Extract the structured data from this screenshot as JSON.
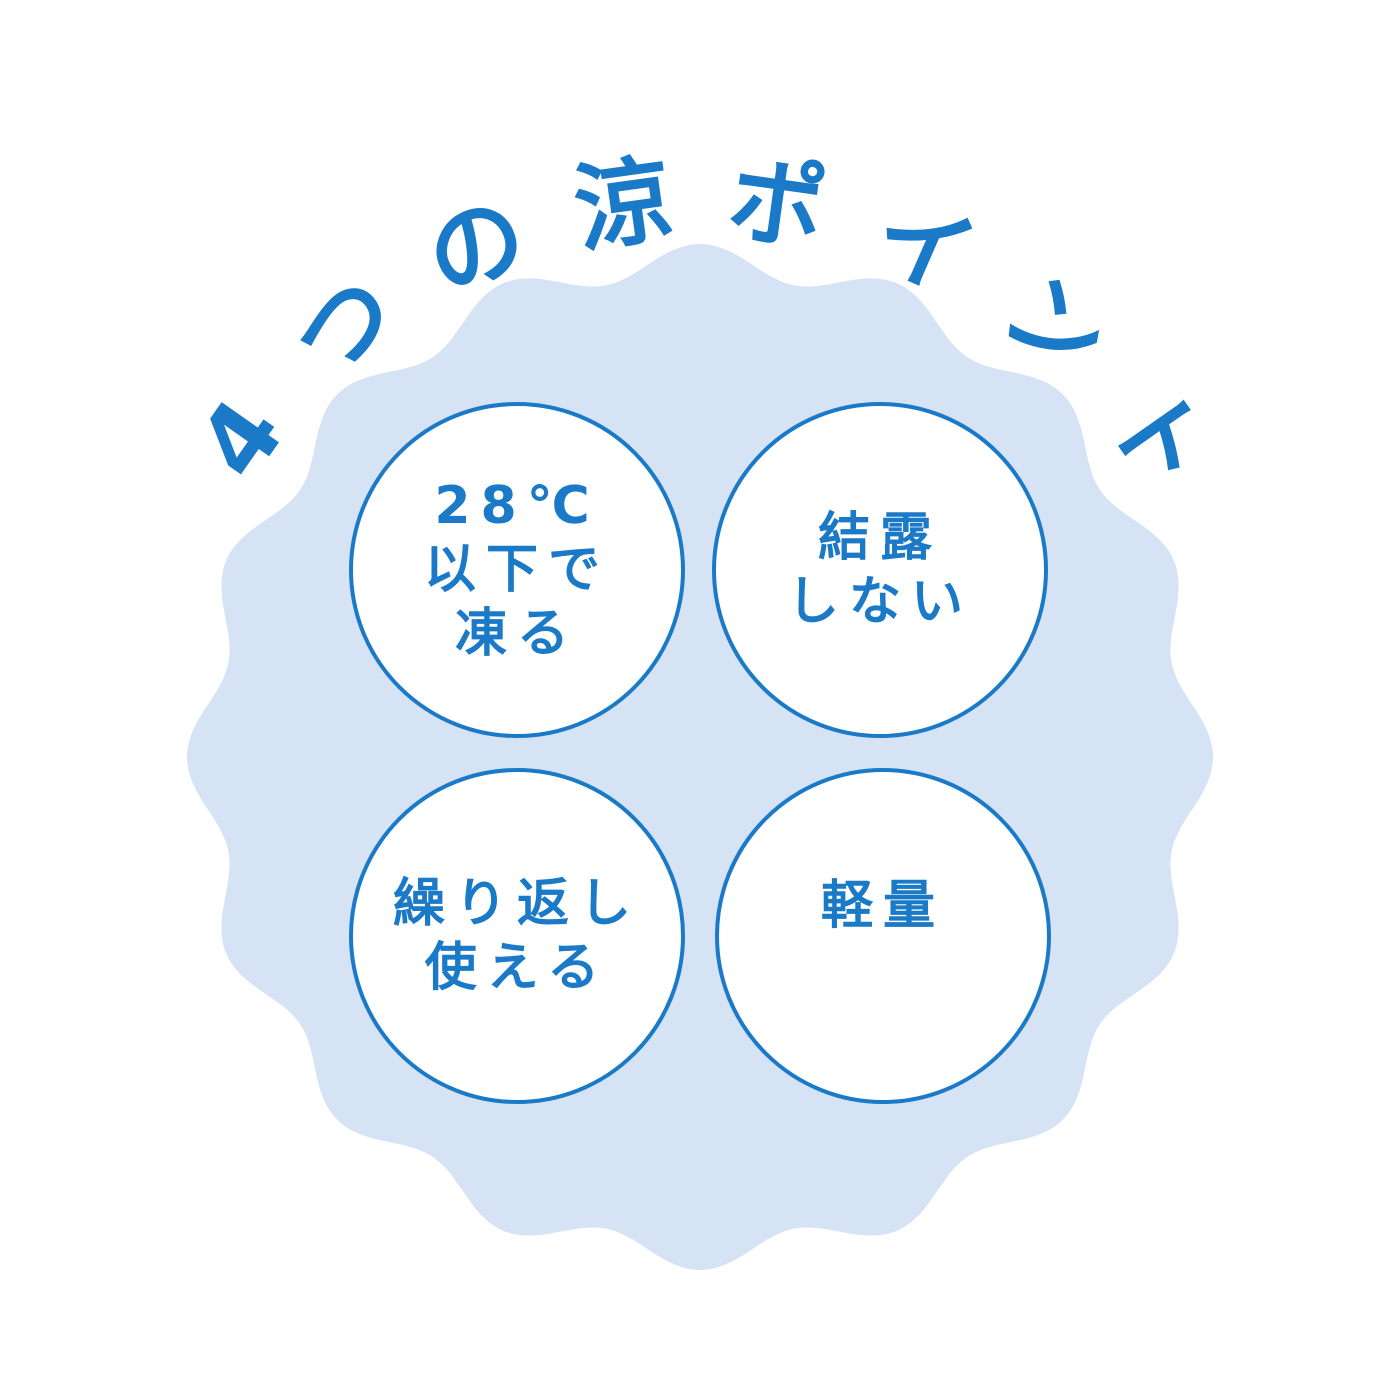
{
  "title": {
    "text": "4つの涼ポイント",
    "chars": [
      "4",
      "つ",
      "の",
      "涼",
      "ポ",
      "イ",
      "ン",
      "ト"
    ]
  },
  "colors": {
    "accent": "#1a7ac7",
    "blob": "#d5e3f5",
    "background": "#ffffff",
    "circle_fill": "#ffffff"
  },
  "points": [
    {
      "lines": [
        "28℃",
        "以下で",
        "凍る"
      ]
    },
    {
      "lines": [
        "結露",
        "しない"
      ]
    },
    {
      "lines": [
        "繰り返し",
        "使える"
      ]
    },
    {
      "lines": [
        "軽量"
      ]
    }
  ]
}
